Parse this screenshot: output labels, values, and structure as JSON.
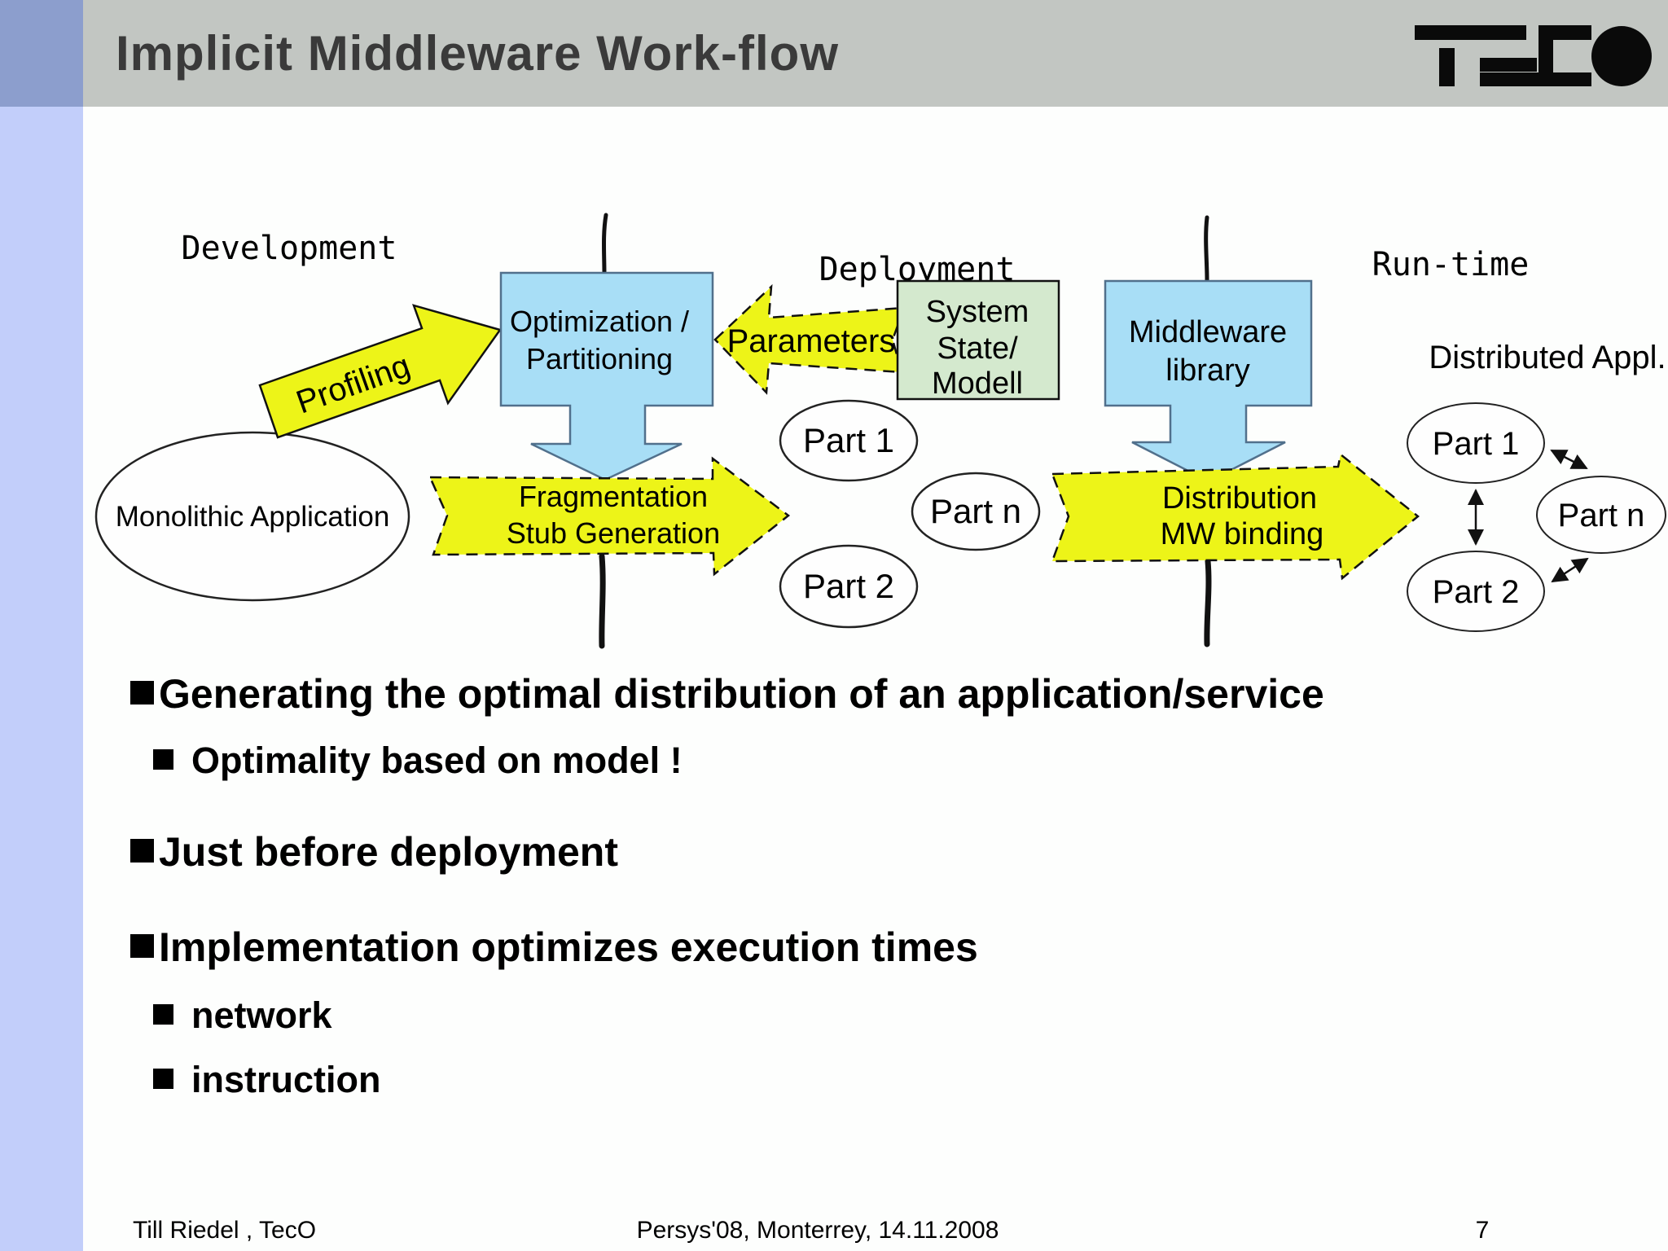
{
  "header": {
    "title": "Implicit Middleware Work-flow",
    "logo_icon": "teco-logo"
  },
  "diagram": {
    "sections": {
      "development": "Development",
      "deployment": "Deployment",
      "runtime": "Run-time"
    },
    "nodes": {
      "monolithic": "Monolithic Application",
      "optimization_l1": "Optimization /",
      "optimization_l2": "Partitioning",
      "system_l1": "System",
      "system_l2": "State/",
      "system_l3": "Modell",
      "middleware_l1": "Middleware",
      "middleware_l2": "library",
      "distributed_appl": "Distributed Appl.",
      "dep_part1": "Part 1",
      "dep_partn": "Part n",
      "dep_part2": "Part 2",
      "run_part1": "Part 1",
      "run_partn": "Part n",
      "run_part2": "Part 2"
    },
    "arrows": {
      "profiling": "Profiling",
      "parameters": "Parameters",
      "fragmentation_l1": "Fragmentation",
      "fragmentation_l2": "Stub Generation",
      "distribution_l1": "Distribution",
      "distribution_l2": "MW binding"
    },
    "colors": {
      "box_blue": "#a8def6",
      "box_green": "#d4e9ce",
      "arrow_yellow": "#edf418",
      "sidebar_top": "#8c9ecd",
      "sidebar": "#c2cefa",
      "titlebar": "#c2c6c2",
      "title_text": "#3a3a3a"
    }
  },
  "bullets": [
    {
      "level": 1,
      "text": "Generating the optimal distribution of an application/service"
    },
    {
      "level": 2,
      "text": "Optimality based on model !"
    },
    {
      "level": 1,
      "text": "Just before deployment"
    },
    {
      "level": 1,
      "text": "Implementation optimizes execution times"
    },
    {
      "level": 2,
      "text": "network"
    },
    {
      "level": 2,
      "text": "instruction"
    }
  ],
  "footer": {
    "author": "Till Riedel , TecO",
    "venue": "Persys'08, Monterrey, 14.11.2008",
    "page": "7"
  }
}
